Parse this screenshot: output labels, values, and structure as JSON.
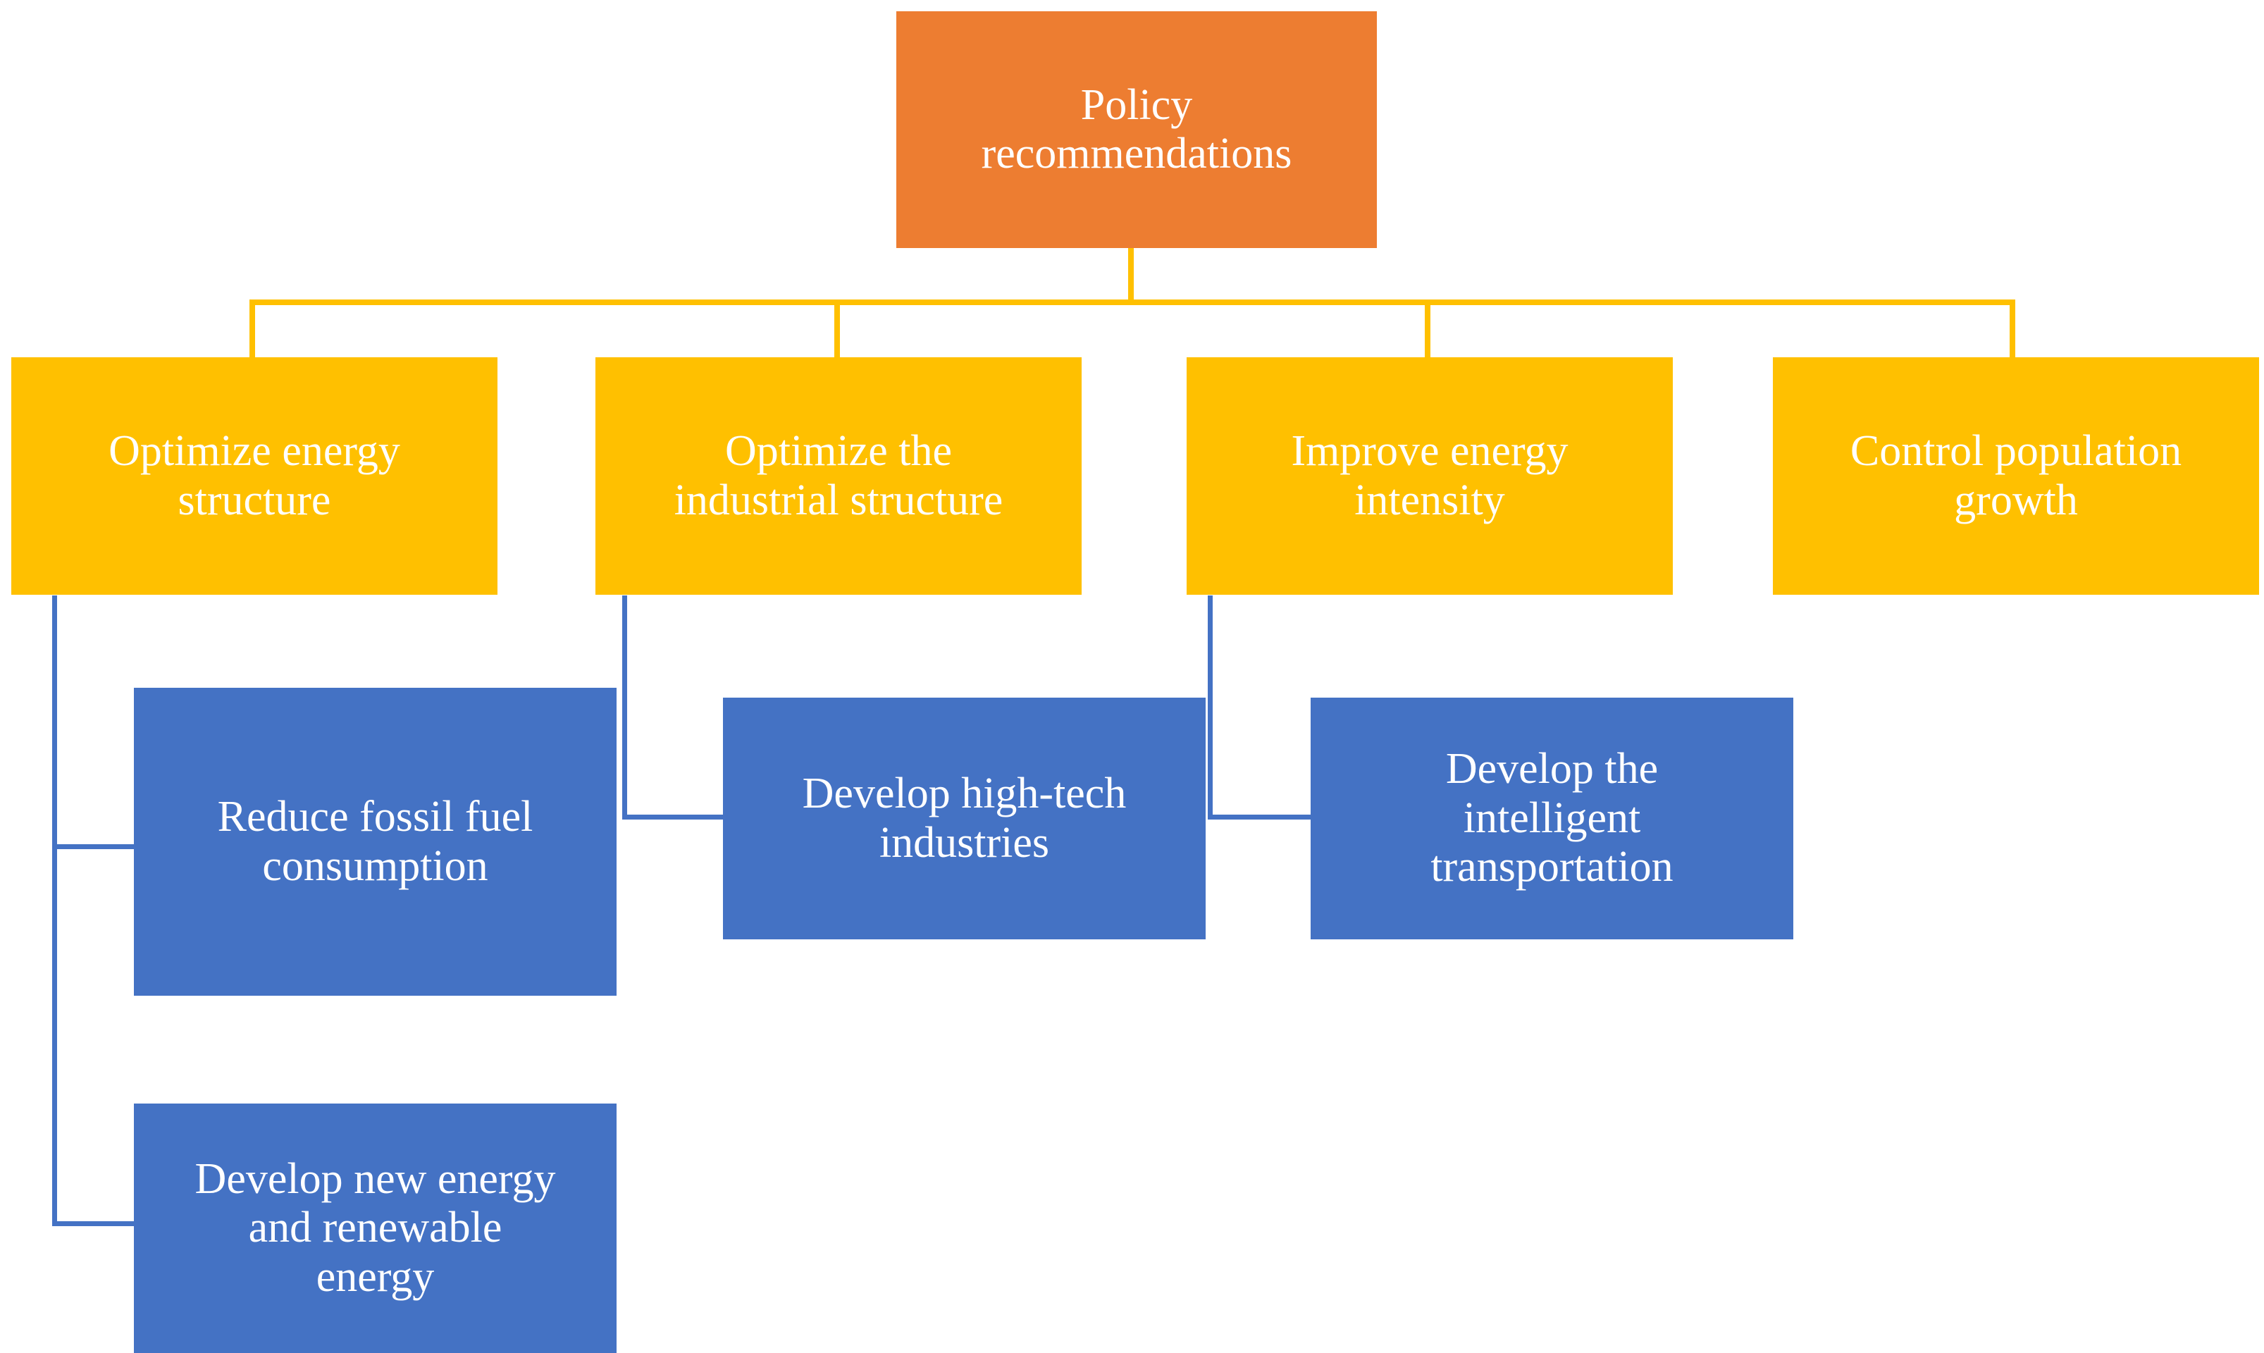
{
  "diagram": {
    "title_text": "Policy recommendations",
    "type": "organizational-hierarchy-flowchart",
    "colors": {
      "root_fill": "#ED7D31",
      "level2_fill": "#FFC000",
      "level3_fill": "#4472C4",
      "connector_yellow": "#FFC000",
      "connector_blue": "#4472C4",
      "text": "#FFFFFF",
      "background": "#FFFFFF"
    },
    "root": {
      "label": "Policy\nrecommendations"
    },
    "level2": [
      {
        "label": "Optimize energy\nstructure"
      },
      {
        "label": "Optimize the\nindustrial structure"
      },
      {
        "label": "Improve energy\nintensity"
      },
      {
        "label": "Control population\ngrowth"
      }
    ],
    "level3": [
      {
        "label": "Reduce fossil fuel\nconsumption",
        "parent": "Optimize energy structure"
      },
      {
        "label": "Develop new energy\nand renewable\nenergy",
        "parent": "Optimize energy structure"
      },
      {
        "label": "Develop high-tech\nindustries",
        "parent": "Optimize the industrial structure"
      },
      {
        "label": "Develop the\nintelligent\ntransportation",
        "parent": "Improve energy intensity"
      }
    ]
  }
}
